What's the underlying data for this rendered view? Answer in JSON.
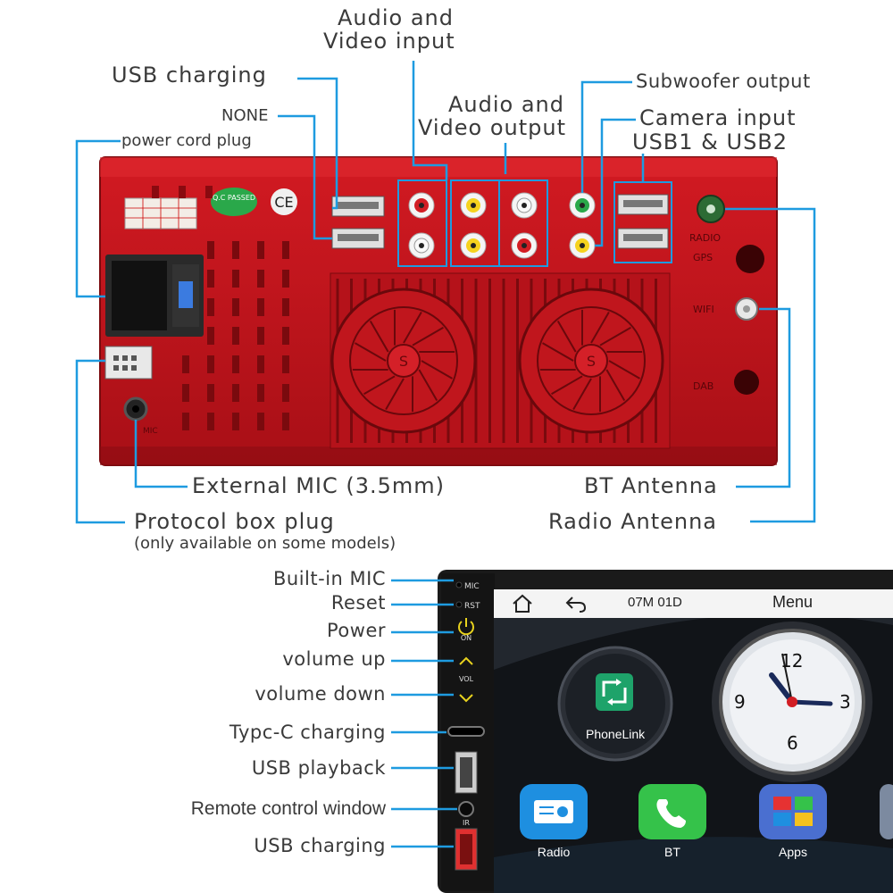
{
  "rear_panel": {
    "labels": {
      "audio_video_input": [
        "Audio and",
        "Video input"
      ],
      "usb_charging": "USB charging",
      "none": "NONE",
      "power_cord_plug": "power cord plug",
      "audio_video_output": [
        "Audio and",
        "Video output"
      ],
      "subwoofer_output": "Subwoofer output",
      "camera_input": "Camera input",
      "usb1_usb2": "USB1 & USB2",
      "external_mic": "External MIC (3.5mm)",
      "protocol_box_plug": "Protocol box plug",
      "protocol_box_note": "(only available on some models)",
      "bt_antenna": "BT Antenna",
      "radio_antenna": "Radio Antenna"
    },
    "panel_markings": {
      "qc": "Q.C PASSED",
      "ce": "CE",
      "radio": "RADIO",
      "gps": "GPS",
      "wifi": "WIFI",
      "dab": "DAB",
      "mic": "MIC"
    }
  },
  "front_panel": {
    "labels": {
      "built_in_mic": "Built-in MIC",
      "reset": "Reset",
      "power": "Power",
      "volume_up": "volume up",
      "volume_down": "volume down",
      "typec_charging": "Typc-C charging",
      "usb_playback": "USB playback",
      "remote_window": "Remote control window",
      "usb_charging": "USB charging"
    },
    "bezel_markings": {
      "mic": "MIC",
      "rst": "RST",
      "on": "ON",
      "vol": "VOL",
      "ir": "IR"
    },
    "screen": {
      "date": "07M 01D",
      "menu": "Menu",
      "phonelink": "PhoneLink",
      "clock_numbers": [
        "12",
        "3",
        "6",
        "9"
      ],
      "apps": [
        {
          "label": "Radio",
          "icon": "radio-icon",
          "color": "#1e8fe0"
        },
        {
          "label": "BT",
          "icon": "phone-icon",
          "color": "#35c24a"
        },
        {
          "label": "Apps",
          "icon": "apps-grid-icon",
          "color": "#4a6fd0"
        }
      ]
    }
  },
  "colors": {
    "leader_line": "#1e9be0",
    "panel_red": "#c8141c",
    "text": "#3a3a3a"
  }
}
